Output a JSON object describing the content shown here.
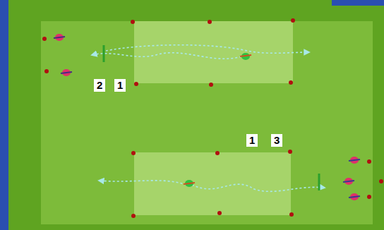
{
  "diagram": {
    "labels": [
      "2",
      "1",
      "1",
      "3"
    ]
  }
}
